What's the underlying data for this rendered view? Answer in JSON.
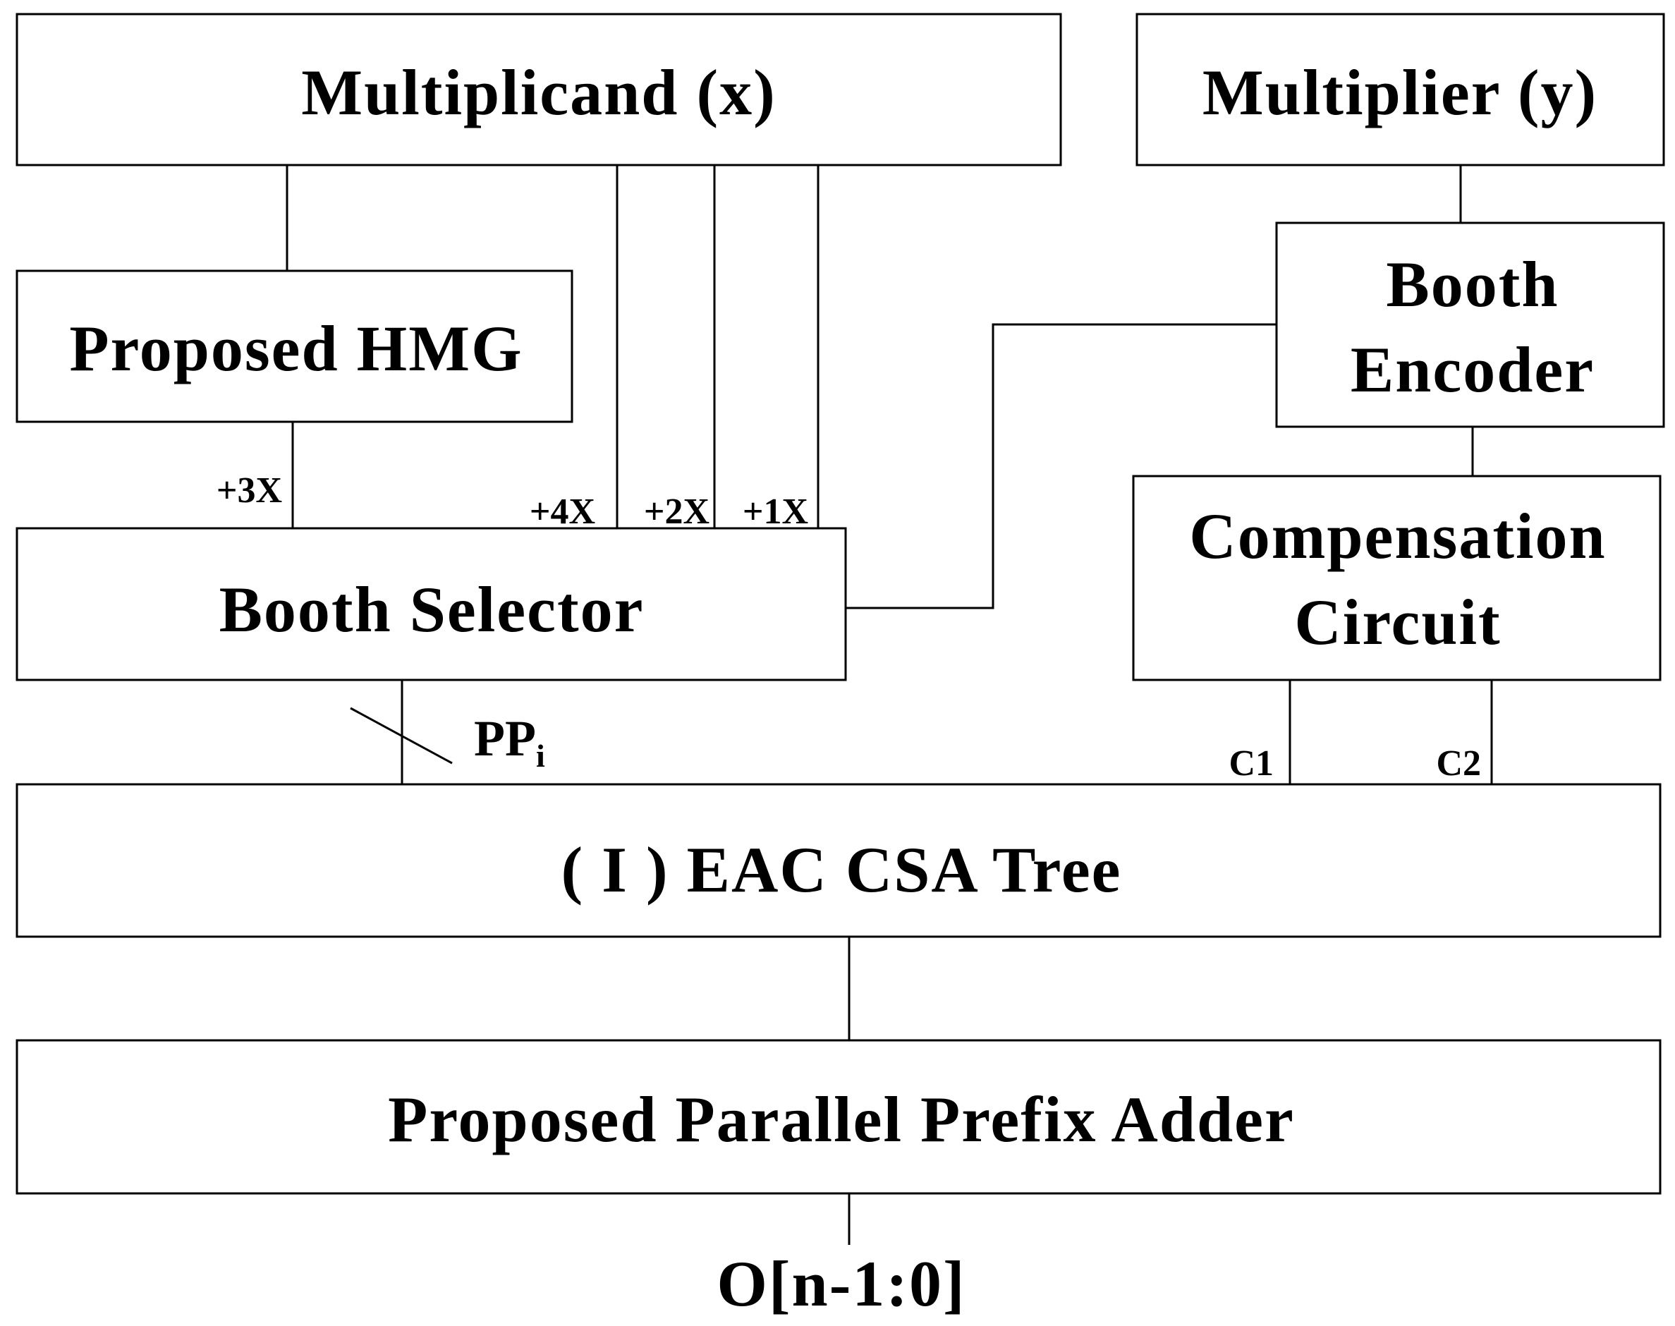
{
  "blocks": {
    "multiplicand": "Multiplicand (x)",
    "multiplier": "Multiplier (y)",
    "hmg": "Proposed HMG",
    "booth_encoder_line1": "Booth",
    "booth_encoder_line2": "Encoder",
    "booth_selector": "Booth Selector",
    "compensation_line1": "Compensation",
    "compensation_line2": "Circuit",
    "csa_tree": "( I ) EAC CSA Tree",
    "prefix_adder": "Proposed Parallel Prefix Adder"
  },
  "signals": {
    "plus3x": "+3X",
    "plus4x": "+4X",
    "plus2x": "+2X",
    "plus1x": "+1X",
    "pp_main": "PP",
    "pp_sub": "i",
    "c1": "C1",
    "c2": "C2",
    "output": "O[n-1:0]"
  }
}
